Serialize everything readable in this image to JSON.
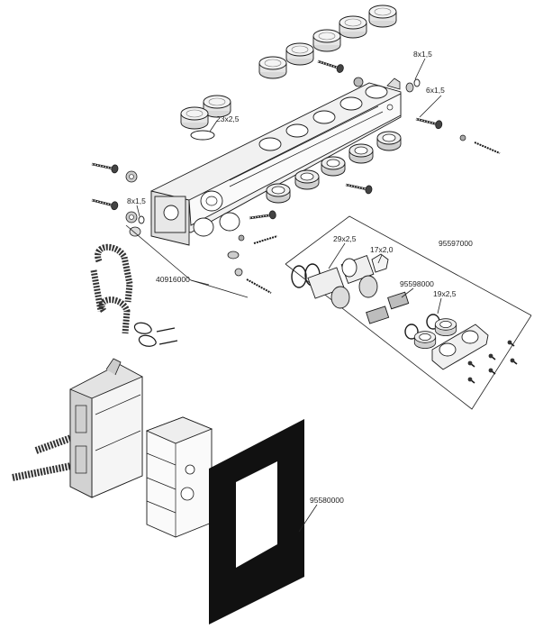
{
  "diagram": {
    "labels": {
      "seal_8x1_5_top": "8x1,5",
      "seal_6x1_5": "6x1,5",
      "seal_23x2_5": "23x2,5",
      "seal_8x1_5_left": "8x1,5",
      "seal_29x2_5": "29x2,5",
      "seal_17x2_0": "17x2,0",
      "part_95597000": "95597000",
      "part_95598000": "95598000",
      "seal_19x2_5": "19x2,5",
      "part_40916000": "40916000",
      "part_95580000": "95580000"
    }
  }
}
